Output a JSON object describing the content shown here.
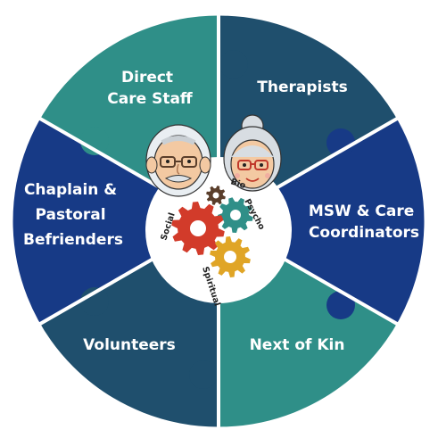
{
  "segments": [
    {
      "id": "direct-care",
      "lines": [
        "Direct",
        "Care Staff"
      ],
      "color": "#2f8f88"
    },
    {
      "id": "therapists",
      "lines": [
        "Therapists"
      ],
      "color": "#1f4f6d"
    },
    {
      "id": "msw",
      "lines": [
        "MSW & Care",
        "Coordinators"
      ],
      "color": "#173a86"
    },
    {
      "id": "next-of-kin",
      "lines": [
        "Next of Kin"
      ],
      "color": "#2f8f88"
    },
    {
      "id": "volunteers",
      "lines": [
        "Volunteers"
      ],
      "color": "#1f4f6d"
    },
    {
      "id": "chaplain",
      "lines": [
        "Chaplain &",
        "Pastoral",
        "Befrienders"
      ],
      "color": "#173a86"
    }
  ],
  "center": {
    "words": {
      "bio": "Bio",
      "psycho": "Psycho",
      "social": "Social",
      "spiritual": "Spiritual"
    },
    "gear_colors": {
      "bio": "#5a3e2b",
      "psycho": "#2f8f88",
      "social": "#d23b2a",
      "spiritual": "#e0a526"
    }
  }
}
